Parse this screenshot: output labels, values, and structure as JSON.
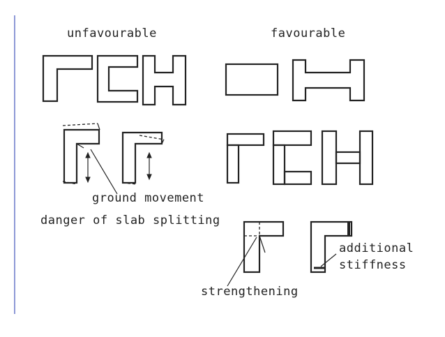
{
  "labels": {
    "unfavourable": "unfavourable",
    "favourable": "favourable",
    "ground_movement": "ground movement",
    "slab_splitting": "danger of slab splitting",
    "strengthening": "strengthening",
    "additional": "additional",
    "stiffness": "stiffness"
  },
  "colors": {
    "ink": "#222222",
    "left_rule": "#4455bb",
    "background": "#ffffff"
  }
}
